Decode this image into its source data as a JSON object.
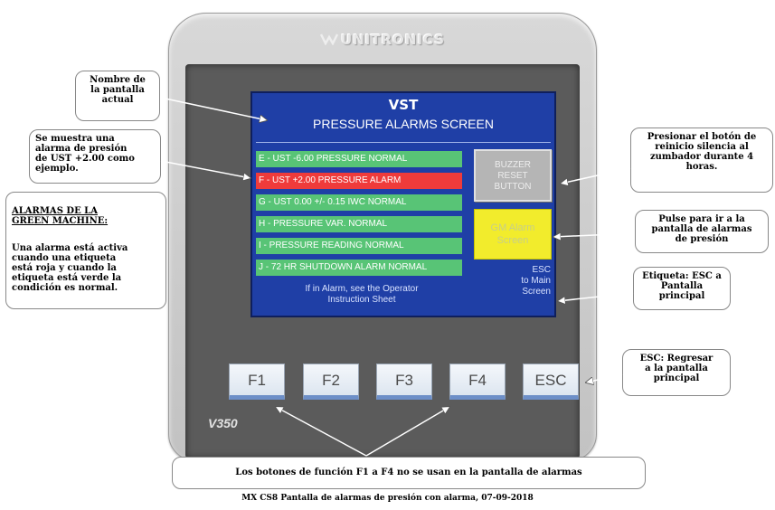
{
  "device": {
    "brand": "UNITRONICS",
    "model": "V350"
  },
  "screen": {
    "title": "VST",
    "subtitle": "PRESSURE ALARMS SCREEN",
    "alarms": [
      {
        "label": "E - UST -6.00 PRESSURE NORMAL",
        "state": "normal"
      },
      {
        "label": "F - UST +2.00 PRESSURE ALARM",
        "state": "alarm"
      },
      {
        "label": "G - UST 0.00 +/- 0.15 IWC NORMAL",
        "state": "normal"
      },
      {
        "label": "H - PRESSURE VAR. NORMAL",
        "state": "normal"
      },
      {
        "label": "I - PRESSURE READING NORMAL",
        "state": "normal"
      },
      {
        "label": "J - 72 HR SHUTDOWN ALARM NORMAL",
        "state": "normal"
      }
    ],
    "buzzer_button": "BUZZER\nRESET\nBUTTON",
    "gm_button": "GM Alarm\nScreen",
    "esc_label": "ESC\nto Main\nScreen",
    "instruction": "If in Alarm, see the Operator\nInstruction Sheet"
  },
  "keys": [
    "F1",
    "F2",
    "F3",
    "F4",
    "ESC"
  ],
  "callouts": {
    "screen_name": "Nombre de\nla pantalla\nactual",
    "alarm_example": "Se muestra una\nalarma de presión\nde UST +2.00 como\nejemplo.",
    "green_title": "ALARMAS DE LA\nGREEN MACHINE:",
    "green_body": "Una alarma está activa\ncuando una etiqueta\nestá roja y cuando la\netiqueta está verde la\ncondición es normal.",
    "buzzer": "Presionar el botón de\nreinicio silencia al\nzumbador durante 4\nhoras.",
    "gm": "Pulse para ir a la\npantalla de alarmas\nde presión",
    "esc_tag": "Etiqueta: ESC a\nPantalla\nprincipal",
    "esc_key": "ESC: Regresar\na la pantalla\nprincipal",
    "fkeys": "Los botones de función F1 a F4 no se usan en la pantalla de alarmas"
  },
  "caption": "MX CS8 Pantalla de alarmas de presión con alarma, 07-09-2018",
  "colors": {
    "screen_bg": "#1f3fa6",
    "normal": "#58c476",
    "alarm": "#ef3b3b",
    "gm_button": "#f2ec2c",
    "buzzer_button": "#b5b5b5"
  }
}
